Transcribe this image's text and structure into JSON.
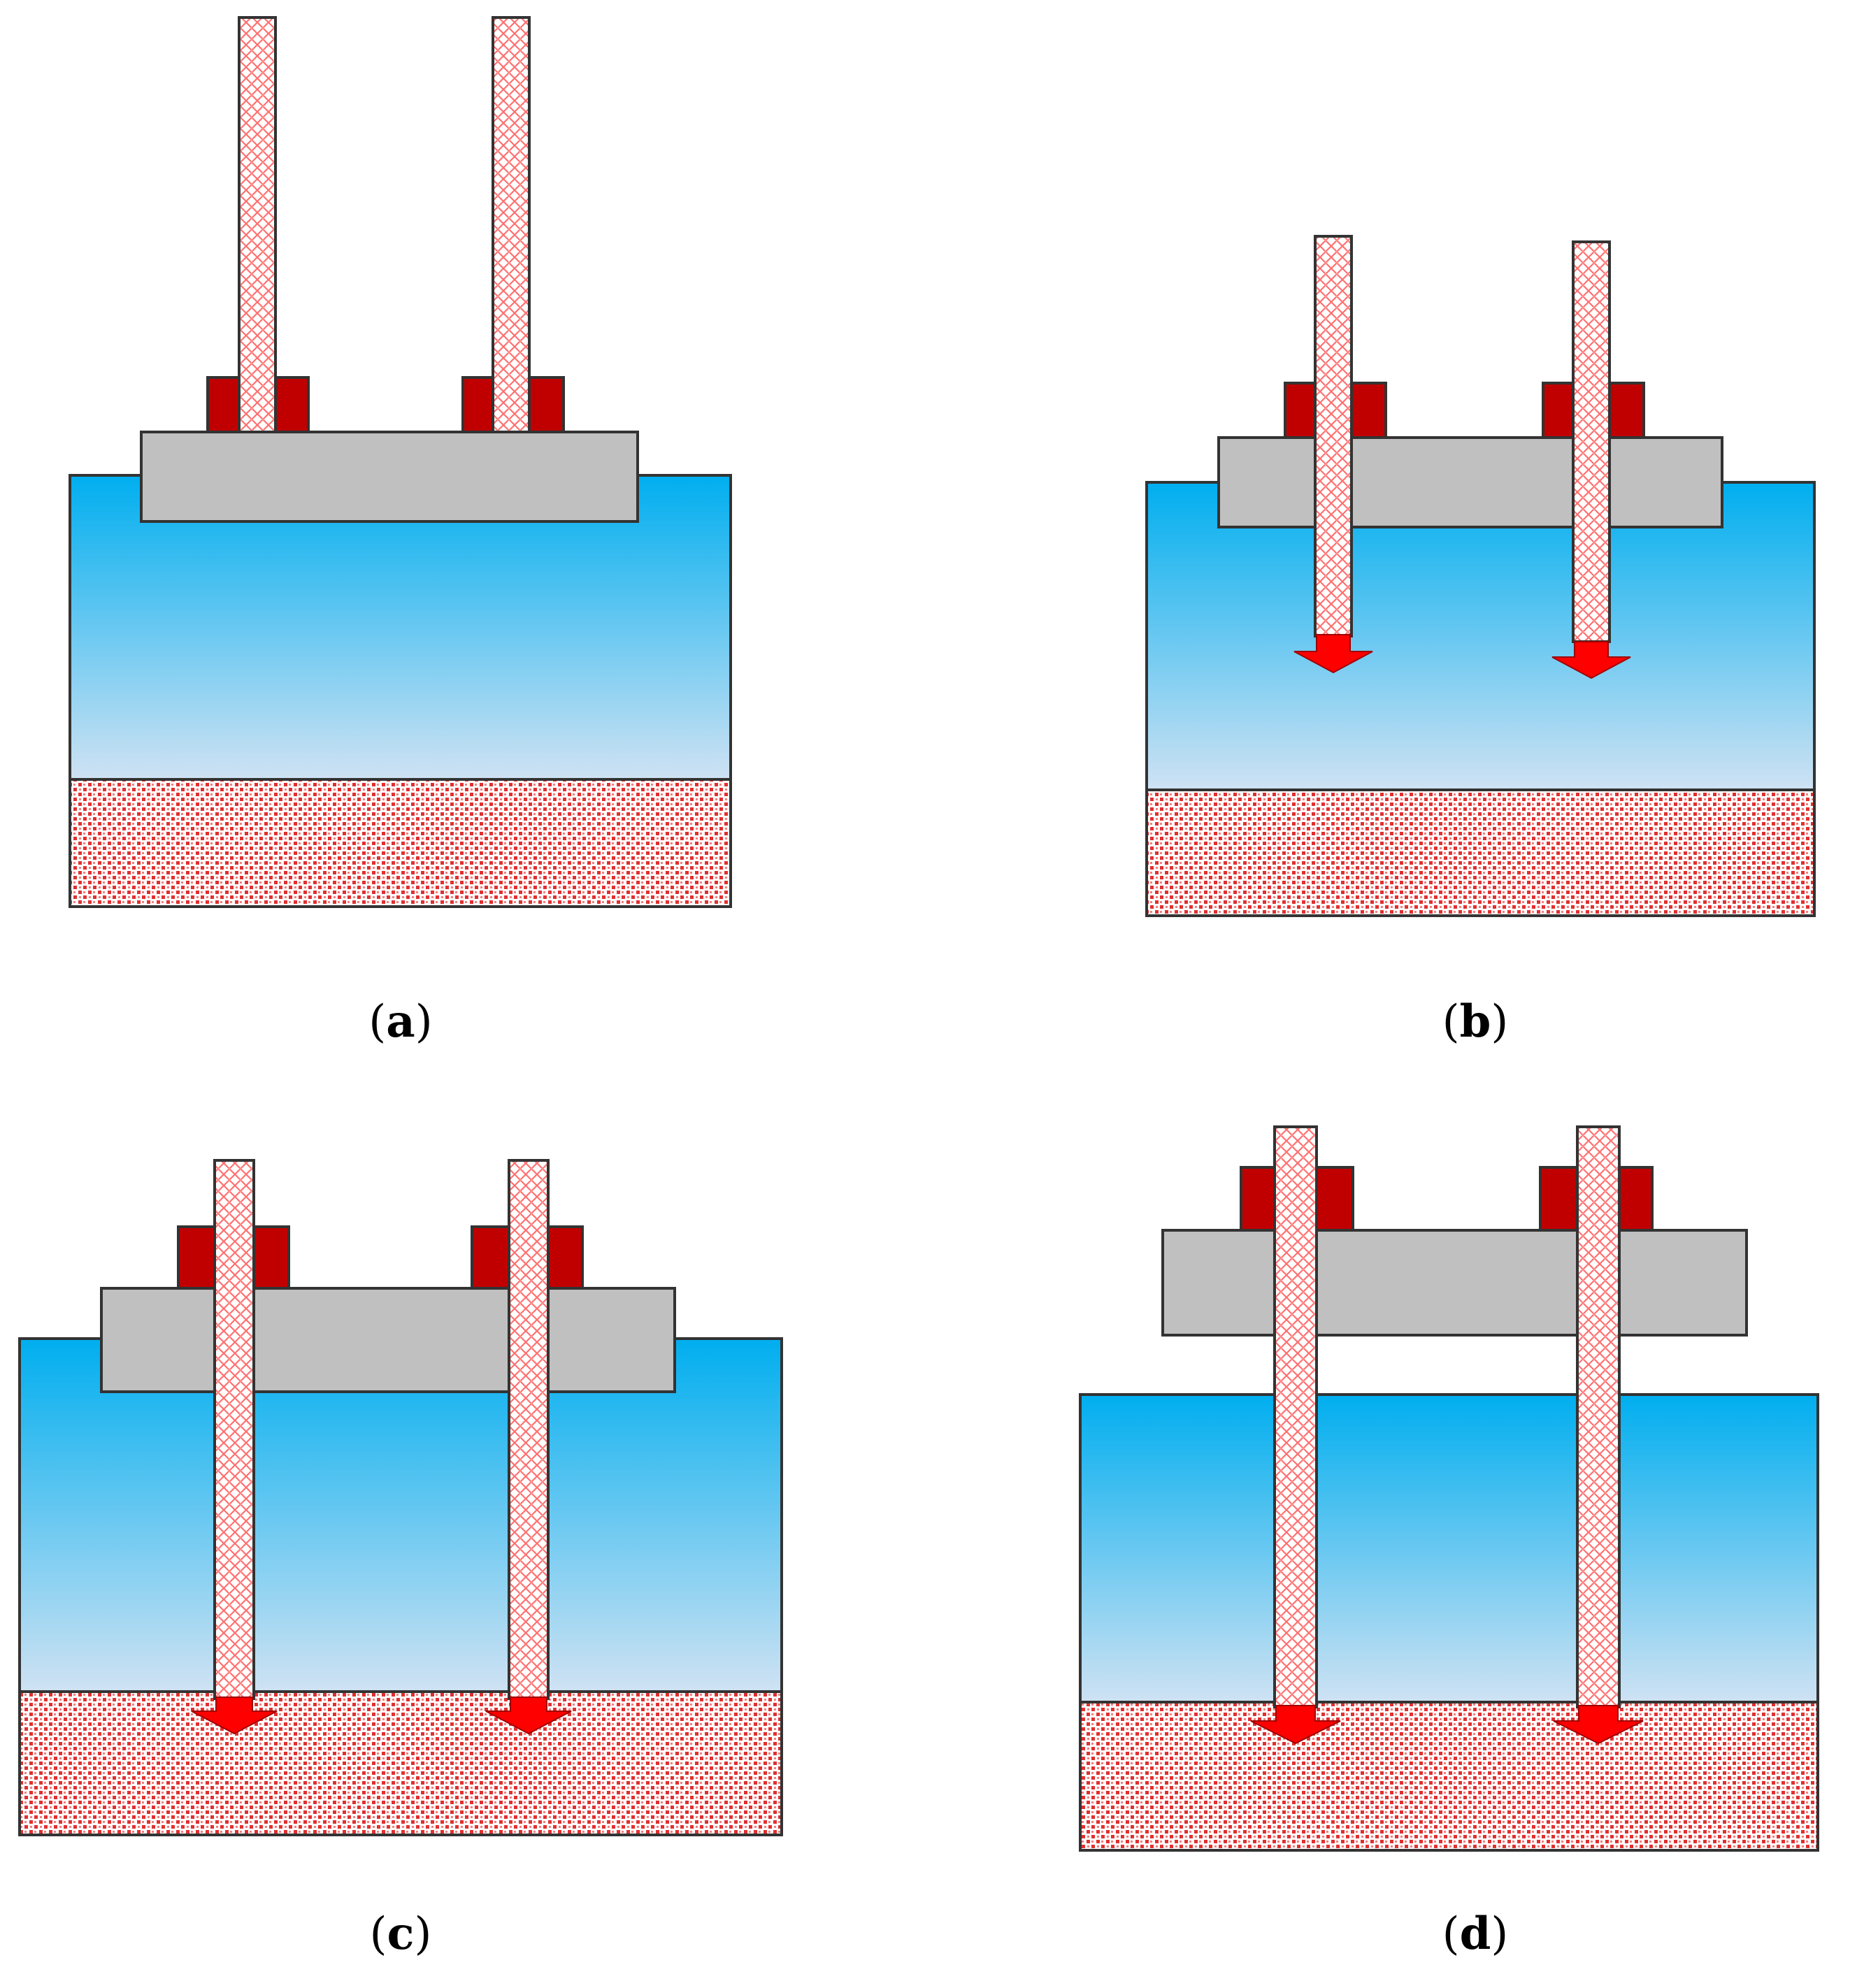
{
  "panels": [
    {
      "id": "a",
      "label": "a",
      "stage": "raised"
    },
    {
      "id": "b",
      "label": "b",
      "stage": "penetrating-water"
    },
    {
      "id": "c",
      "label": "c",
      "stage": "reaching-seabed"
    },
    {
      "id": "d",
      "label": "d",
      "stage": "platform-elevated"
    }
  ],
  "colors": {
    "water_top": "#00aeef",
    "water_bottom": "#cfe2f3",
    "deck": "#c0c0c0",
    "guide_block": "#c00000",
    "arrow": "#ff0000",
    "leg_pattern": "#ff7070",
    "seabed_pattern": "#e03030",
    "outline": "#333333"
  }
}
